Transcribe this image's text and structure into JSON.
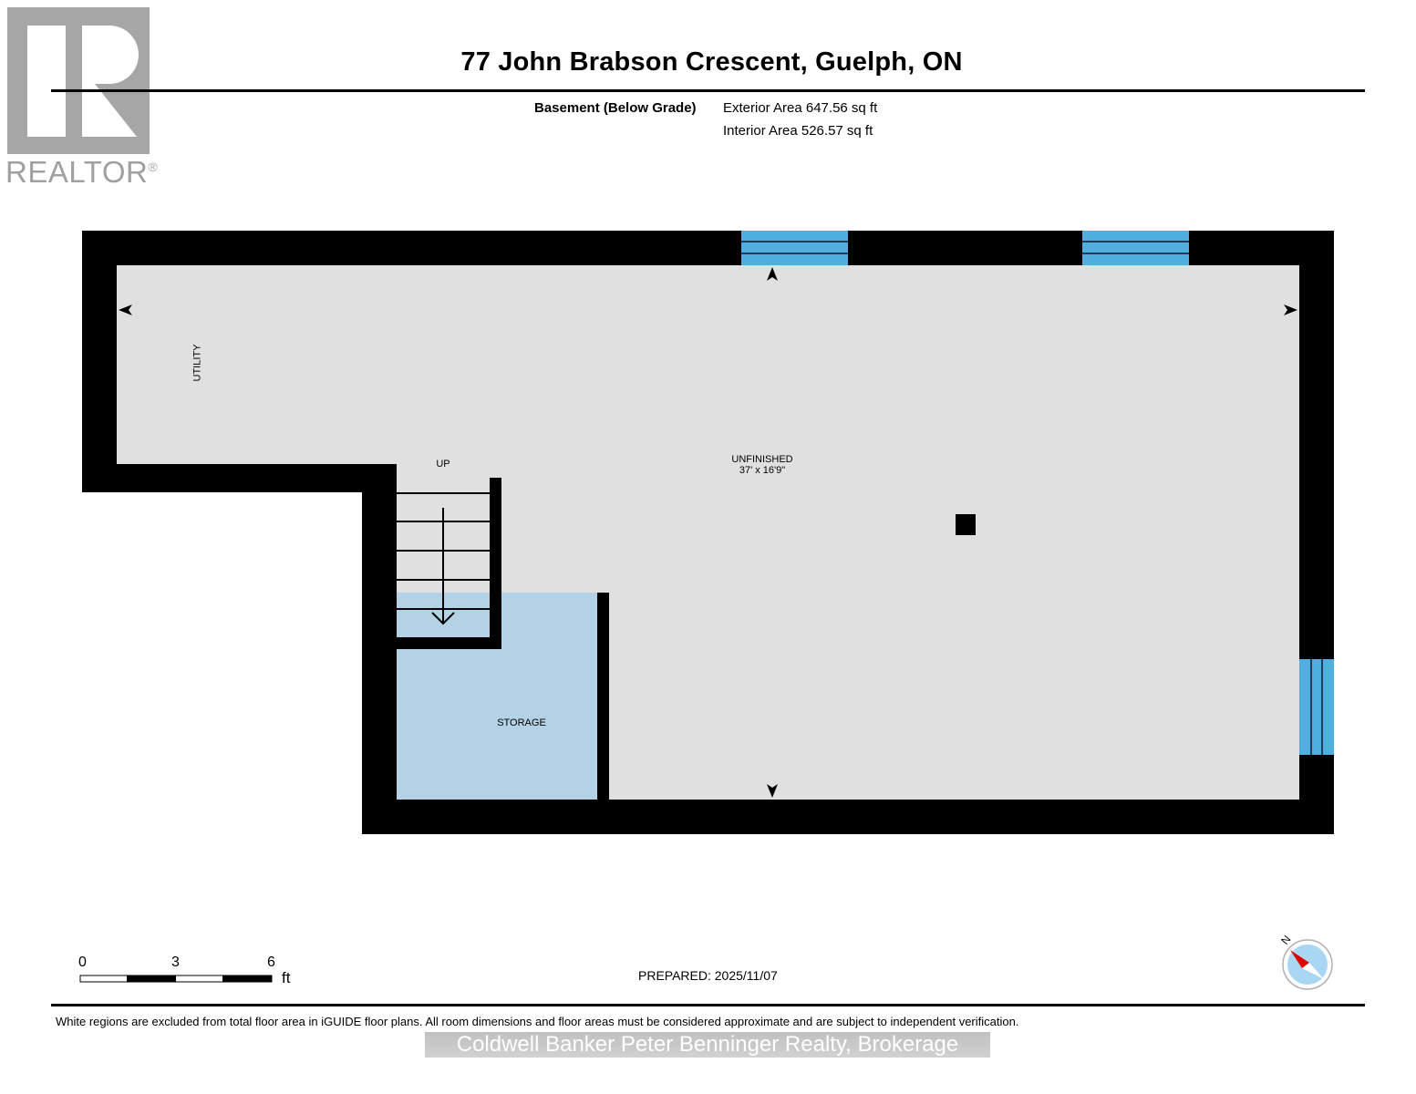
{
  "header": {
    "logo": {
      "icon": "realtor-r-logo-icon",
      "text": "REALTOR",
      "mark": "®"
    },
    "title": "77 John Brabson Crescent, Guelph, ON",
    "level": "Basement (Below Grade)",
    "exterior_area": "Exterior Area 647.56 sq ft",
    "interior_area": "Interior Area 526.57 sq ft"
  },
  "floor_plan": {
    "colors": {
      "wall": "#000000",
      "floor": "#e0e0e0",
      "storage": "#b4d2e6",
      "window": "#4fb0e0",
      "exterior": "#ffffff"
    },
    "rooms": [
      {
        "name": "UTILITY",
        "orientation": "vertical"
      },
      {
        "name": "UNFINISHED",
        "dimensions": "37' x 16'9\""
      },
      {
        "name": "STORAGE"
      }
    ],
    "stairs": {
      "label": "UP",
      "steps": 5
    },
    "windows": 3,
    "dimension_markers": [
      "left",
      "top",
      "right",
      "bottom"
    ]
  },
  "footer": {
    "scale": {
      "ticks": [
        "0",
        "3",
        "6"
      ],
      "unit": "ft"
    },
    "prepared": "PREPARED: 2025/11/07",
    "compass": {
      "label": "N",
      "icon": "compass-north-icon"
    },
    "disclaimer": "White regions are excluded from total floor area in iGUIDE floor plans. All room dimensions and floor areas must be considered approximate and are subject to independent verification.",
    "brokerage": "Coldwell Banker Peter Benninger Realty, Brokerage"
  }
}
